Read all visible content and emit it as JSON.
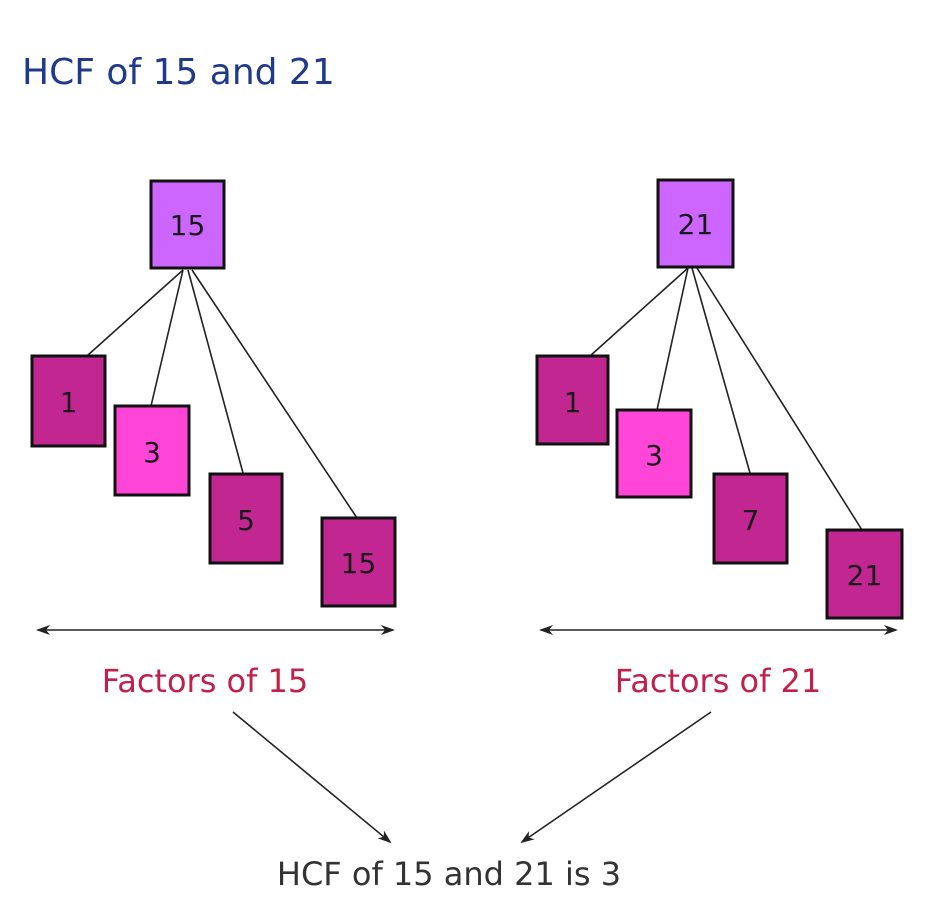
{
  "header": {
    "title": "HCF of 15 and 21"
  },
  "left_tree": {
    "root": "15",
    "factors": [
      "1",
      "3",
      "5",
      "15"
    ],
    "caption": "Factors of 15"
  },
  "right_tree": {
    "root": "21",
    "factors": [
      "1",
      "3",
      "7",
      "21"
    ],
    "caption": "Factors of 21"
  },
  "result": {
    "text": "HCF of 15 and 21 is 3"
  },
  "colors": {
    "title": "#1f3a8a",
    "caption": "#c0204a",
    "result": "#333333",
    "root_fill": "#cc66ff",
    "factor_fill": "#c22691",
    "common_factor_fill": "#ff44d8",
    "box_stroke": "#111111",
    "line": "#222222"
  }
}
